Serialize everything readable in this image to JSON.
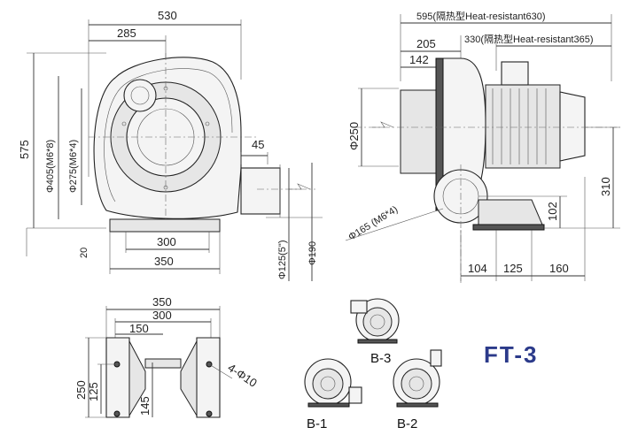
{
  "model_label": "FT-3",
  "front_view": {
    "width_total": "530",
    "width_inlet": "285",
    "height_total": "575",
    "dia_outer": "Φ405(M6*8)",
    "dia_inner": "Φ275(M6*4)",
    "outlet_offset": "45",
    "base_width_300": "300",
    "base_width_350": "350",
    "base_height": "20",
    "outlet_dia_125": "Φ125(5\")",
    "outlet_dia_190": "Φ190"
  },
  "side_view": {
    "length_total": "595(隔热型Heat-resistant630)",
    "motor_length": "330(隔热型Heat-resistant365)",
    "inlet_depth": "205",
    "flange_depth": "142",
    "dia_250": "Φ250",
    "dia_165": "Φ165 (M6*4)",
    "height_310": "310",
    "height_102": "102",
    "base_104": "104",
    "base_125": "125",
    "base_160": "160"
  },
  "base_view": {
    "width_350": "350",
    "width_300": "300",
    "width_150": "150",
    "height_250": "250",
    "height_125": "125",
    "height_145": "145",
    "holes": "4-Φ10"
  },
  "variants": [
    "B-3",
    "B-1",
    "B-2"
  ]
}
